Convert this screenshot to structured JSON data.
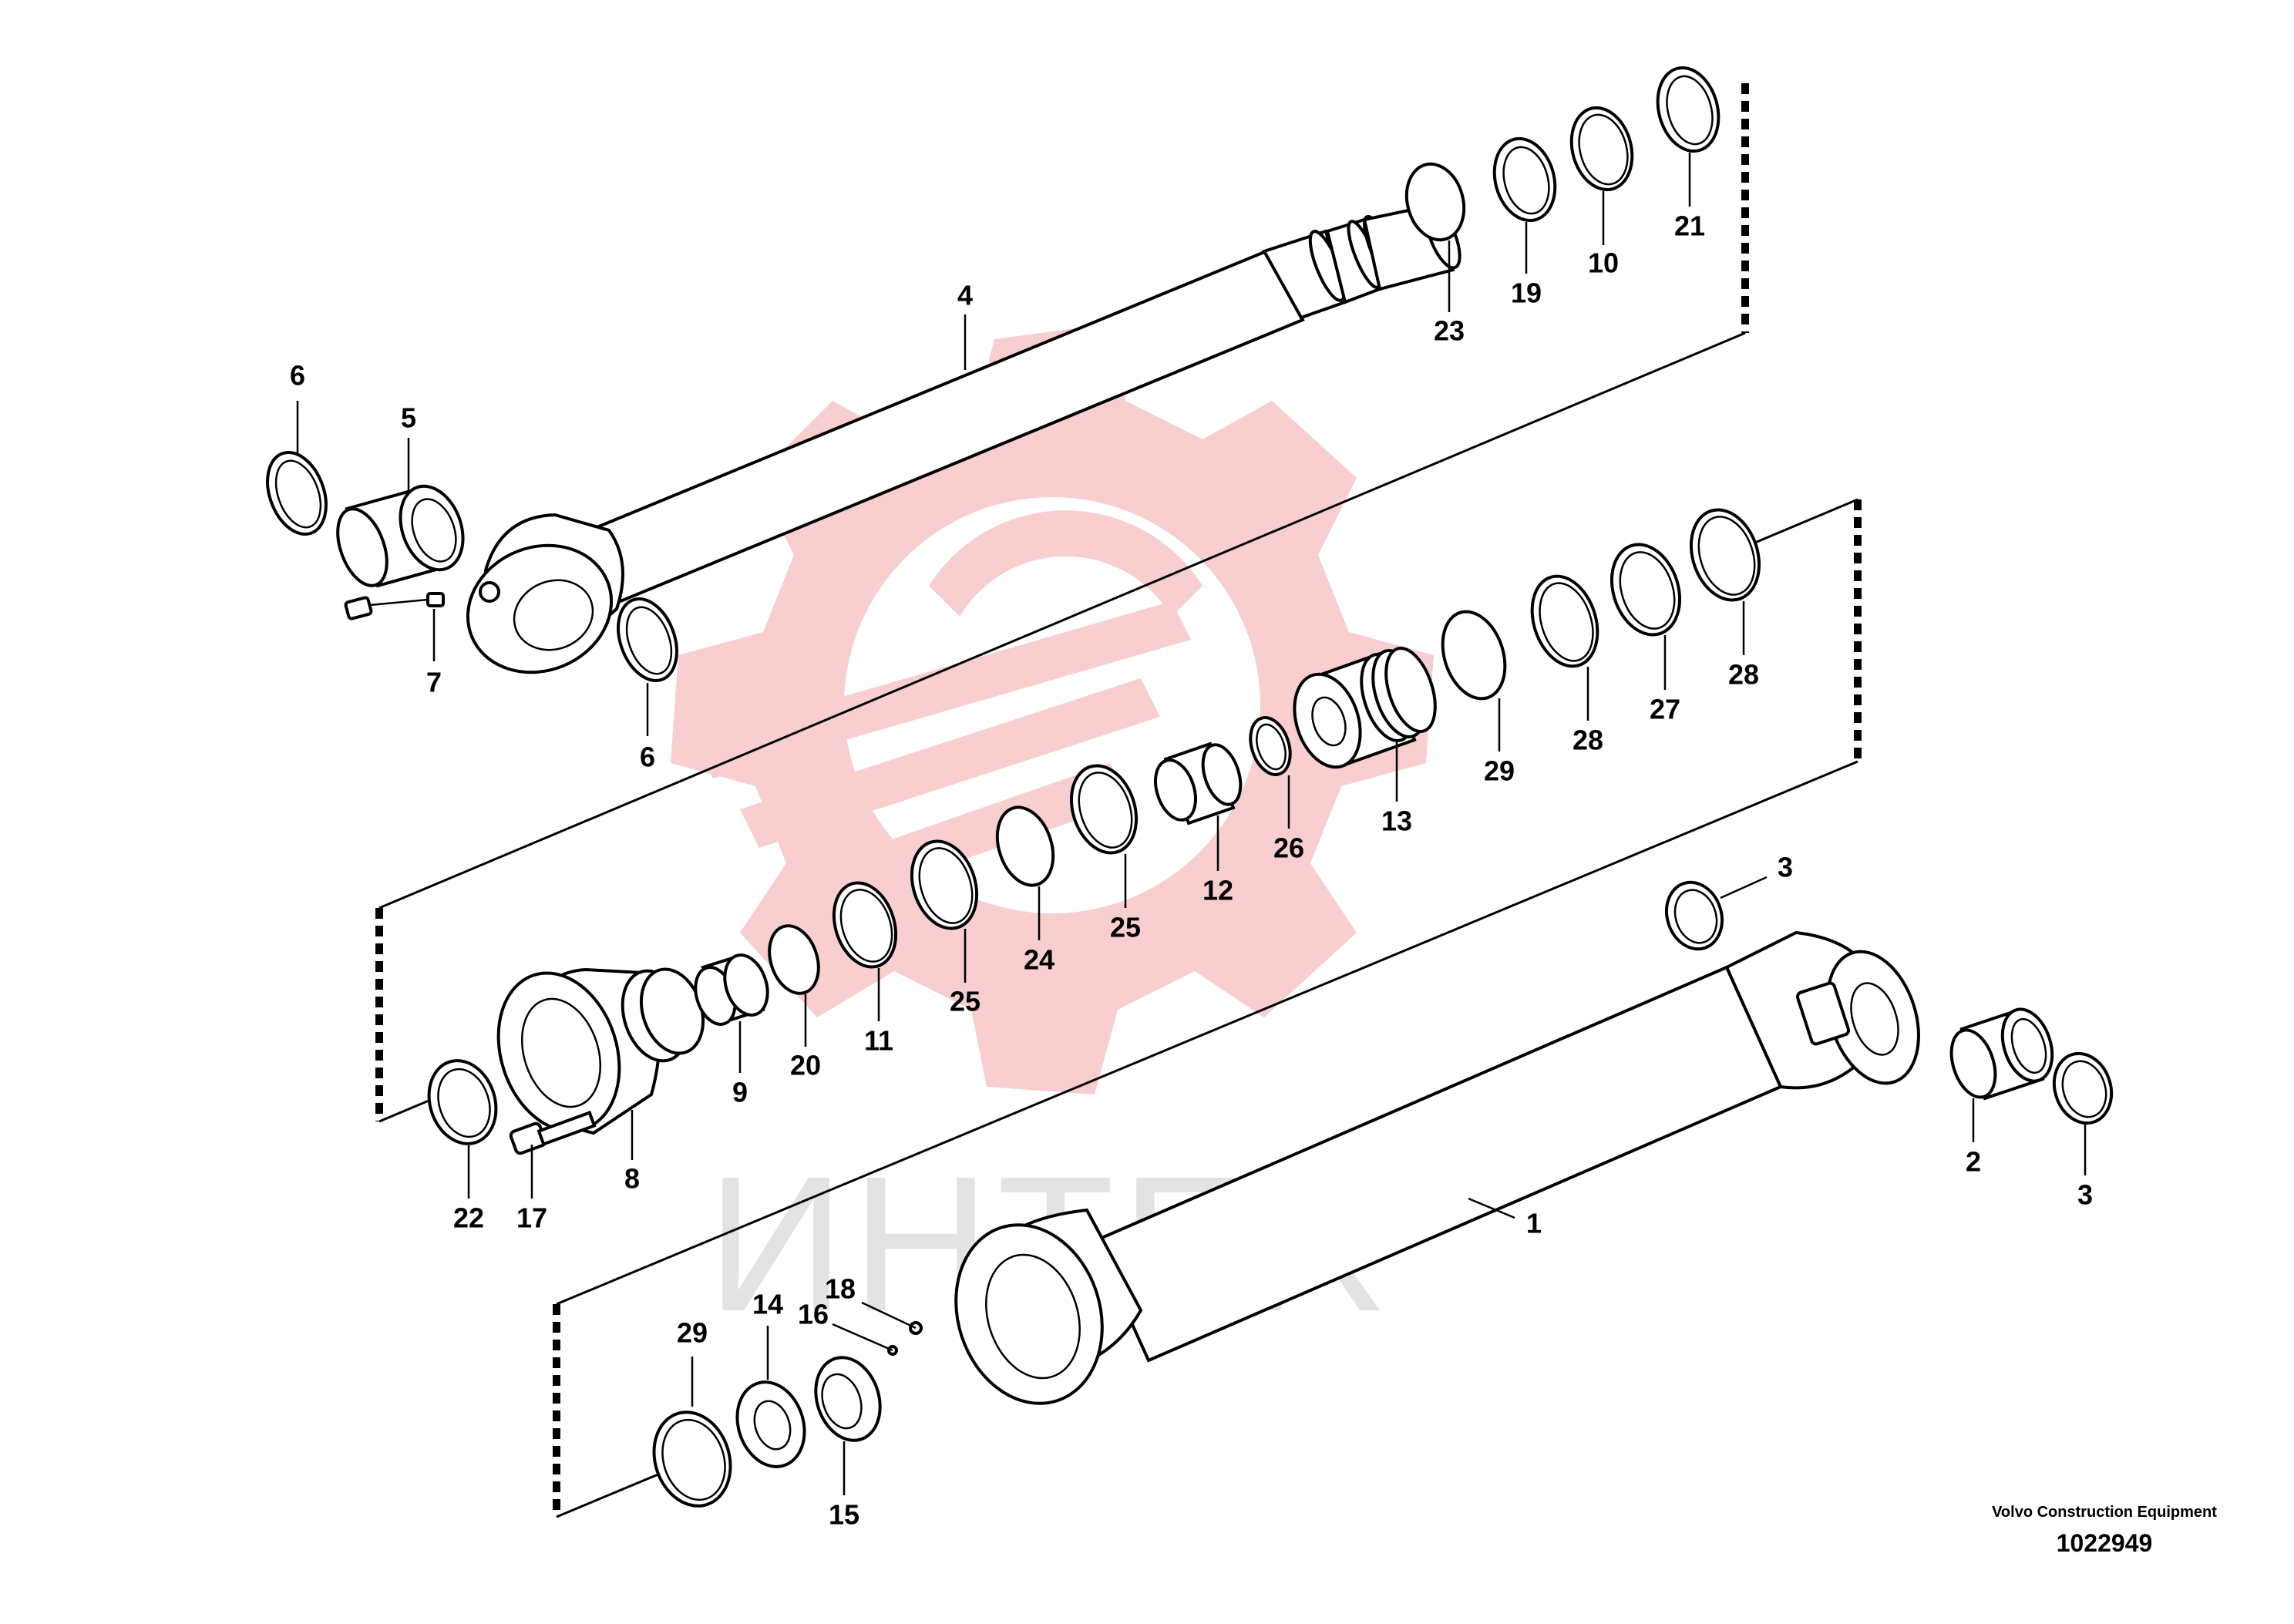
{
  "watermark": {
    "text": "ИНТЕХ",
    "color": "#f5bcbc"
  },
  "footer": {
    "manufacturer": "Volvo Construction Equipment",
    "drawing_number": "1022949"
  },
  "callouts": {
    "c1": "1",
    "c2": "2",
    "c3a": "3",
    "c3b": "3",
    "c4": "4",
    "c5": "5",
    "c6a": "6",
    "c6b": "6",
    "c7": "7",
    "c8": "8",
    "c9": "9",
    "c10": "10",
    "c11": "11",
    "c12": "12",
    "c13": "13",
    "c14": "14",
    "c15": "15",
    "c16": "16",
    "c17": "17",
    "c18": "18",
    "c19": "19",
    "c20": "20",
    "c21": "21",
    "c22": "22",
    "c23": "23",
    "c24": "24",
    "c25a": "25",
    "c25b": "25",
    "c26": "26",
    "c27": "27",
    "c28a": "28",
    "c28b": "28",
    "c29a": "29",
    "c29b": "29"
  }
}
